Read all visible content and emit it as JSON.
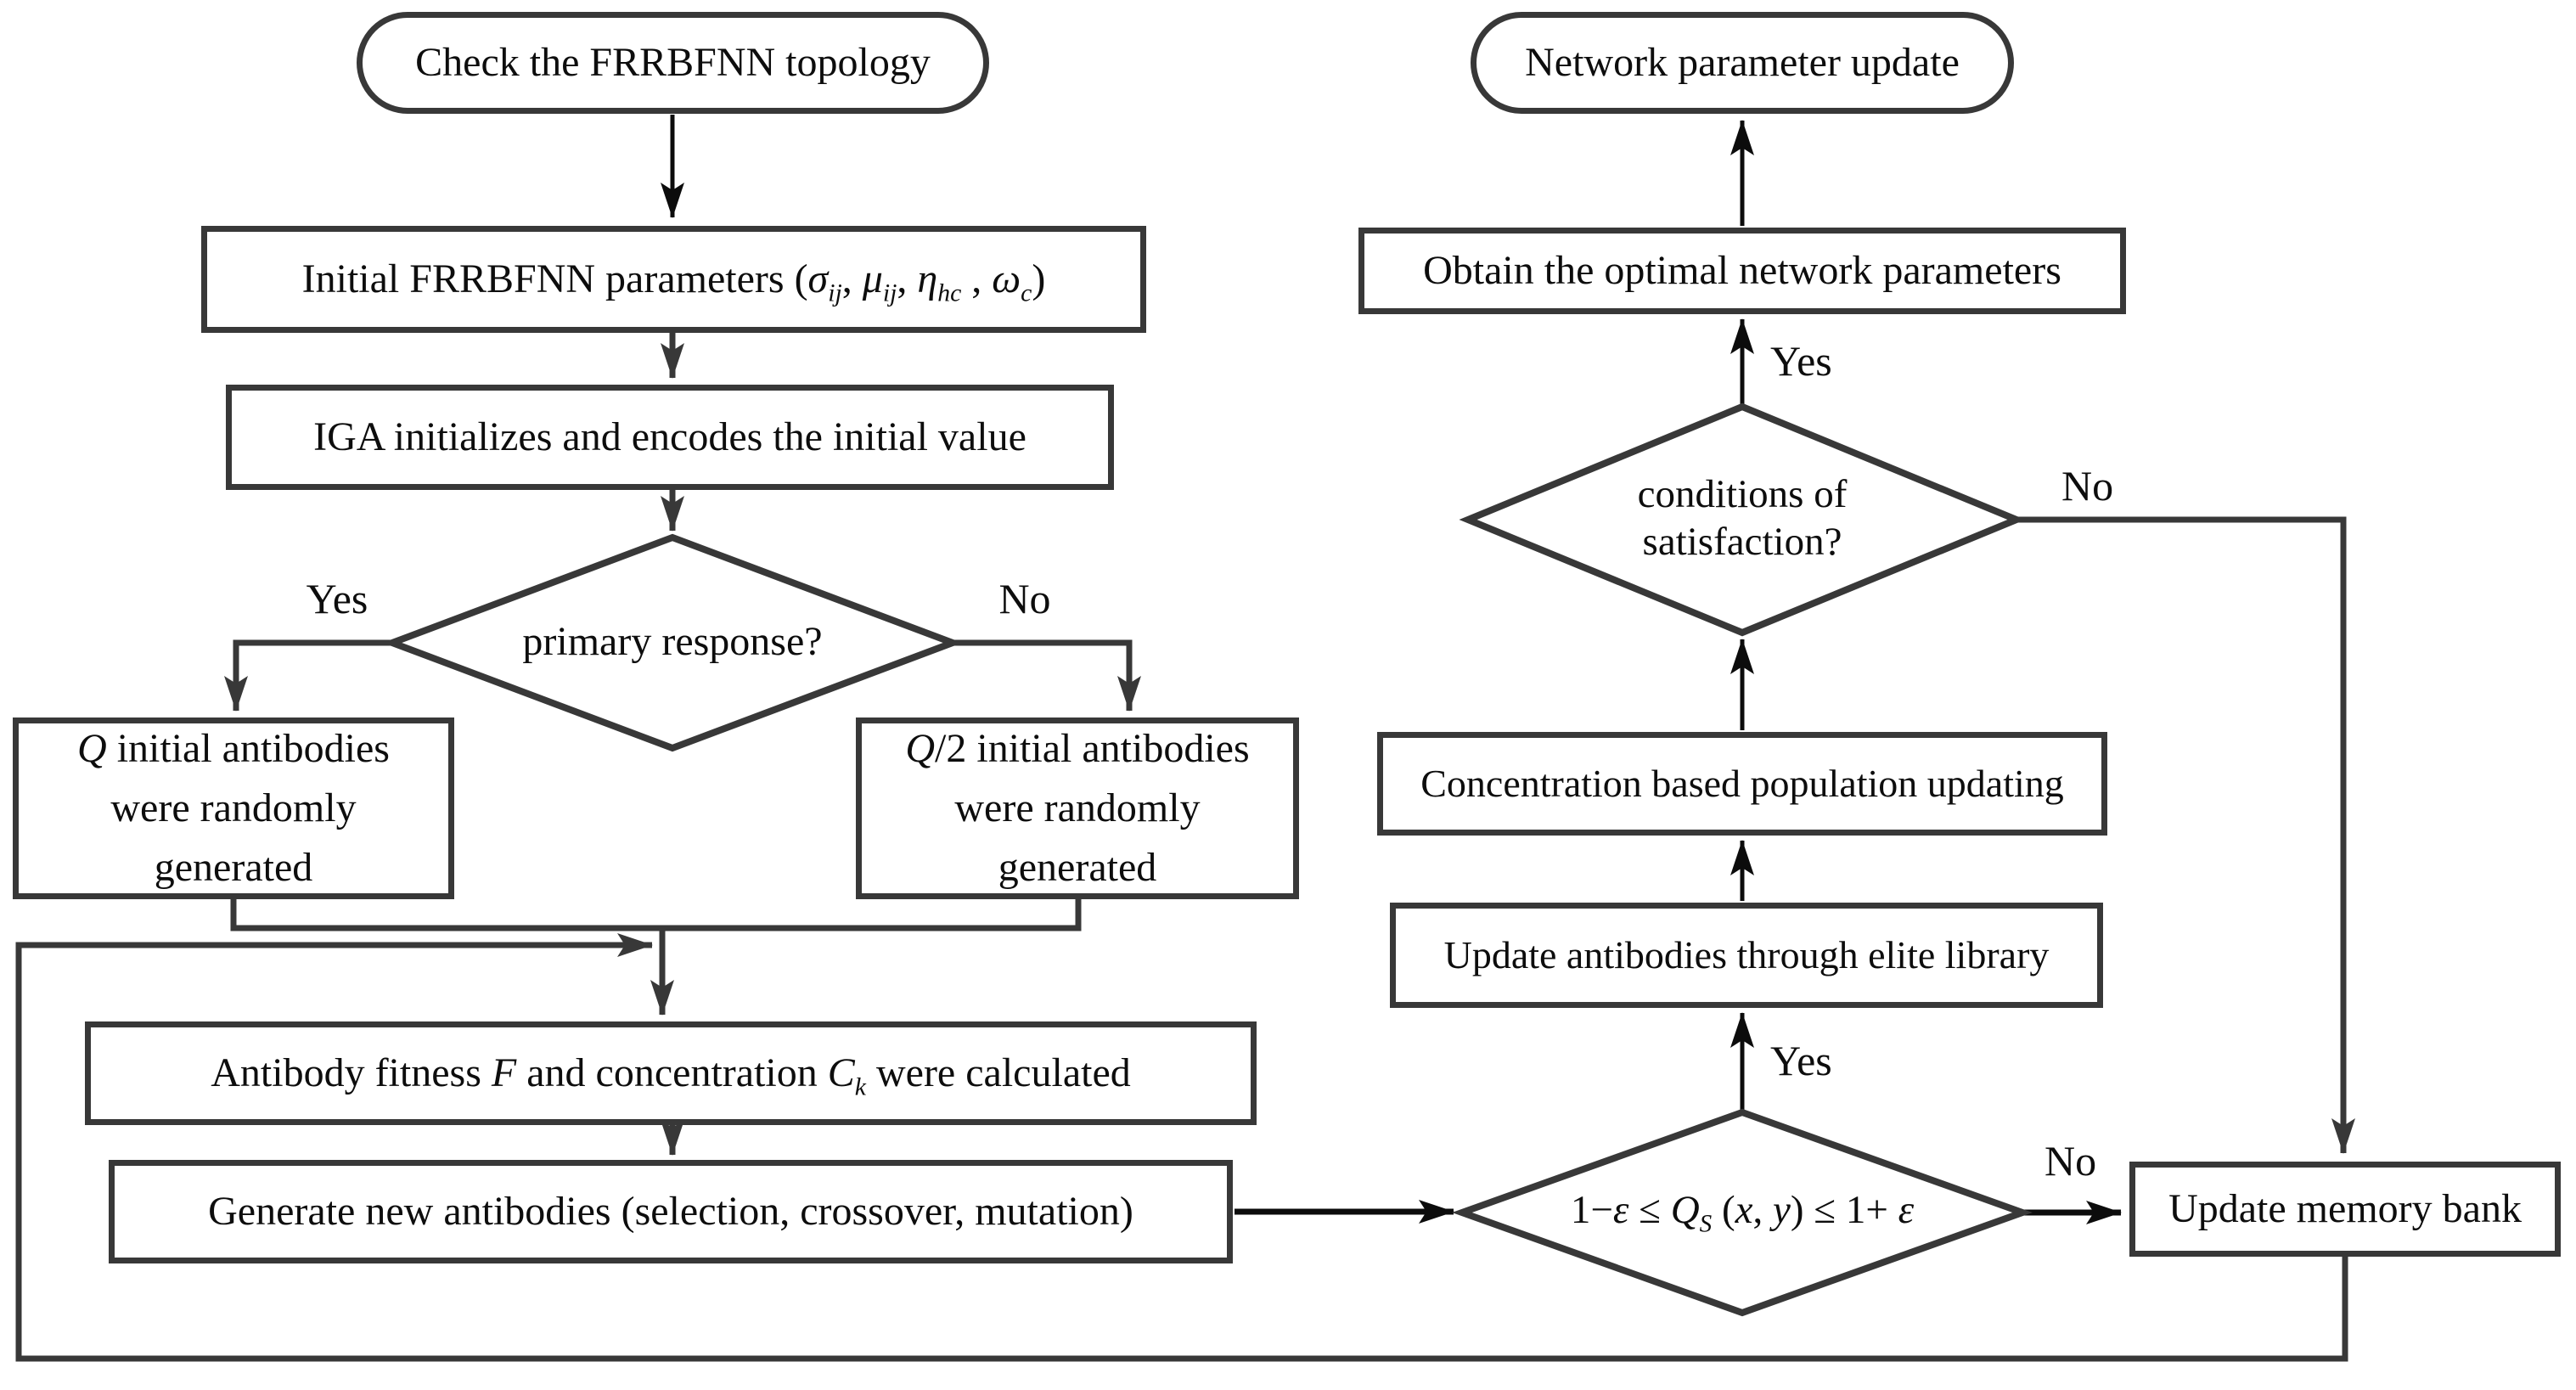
{
  "figure": {
    "background": "#ffffff",
    "line_color": "#383838",
    "arrow_color": "#0c0c0c",
    "text_color": "#0d0d0d"
  },
  "left": {
    "start": {
      "label": "Check the FRRBFNN topology"
    },
    "init_params": {
      "label_html": "Initial FRRBFNN parameters (<i>&#963;</i><sub>ij</sub>, <i>&#956;</i><sub>ij</sub>, <i>&#951;</i><sub>hc</sub> , <i>&#969;</i><sub>c</sub>)"
    },
    "iga": {
      "label": "IGA initializes and encodes the initial value"
    },
    "primary_response": {
      "label": "primary response?",
      "yes_label": "Yes",
      "no_label": "No"
    },
    "q_full": {
      "label_html": "<i>Q</i> initial antibodies<br>were randomly<br>generated"
    },
    "q_half": {
      "label_html": "<i>Q</i>/2 initial antibodies<br>were randomly<br>generated"
    },
    "fitness": {
      "label_html": "Antibody fitness <i>F</i> and concentration <i>C</i><sub>k</sub> were calculated"
    },
    "generate": {
      "label": "Generate new antibodies (selection, crossover, mutation)"
    }
  },
  "right": {
    "end": {
      "label": "Network parameter update"
    },
    "obtain": {
      "label": "Obtain the optimal network parameters"
    },
    "satisfaction": {
      "line1": "conditions of",
      "line2": "satisfaction?",
      "yes_label": "Yes",
      "no_label": "No"
    },
    "concentration": {
      "label": "Concentration based population updating"
    },
    "elite": {
      "label": "Update antibodies through elite library"
    },
    "epsilon": {
      "label_html": "1&#8722;<i>&#949;</i> &#8804; <i>Q</i><sub>S</sub> (<i>x</i>, <i>y</i>) &#8804; 1+ <i>&#949;</i>",
      "yes_label": "Yes",
      "no_label": "No"
    },
    "memory": {
      "label": "Update memory bank"
    }
  }
}
